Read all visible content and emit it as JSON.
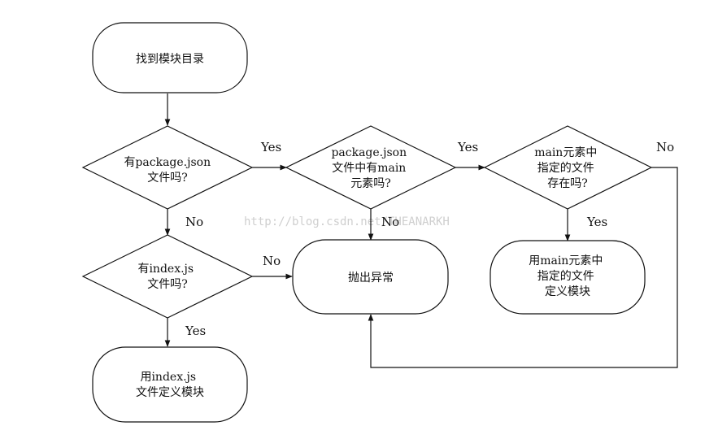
{
  "nodes": {
    "find_dir": {
      "lines": [
        "找到模块目录"
      ]
    },
    "has_package_json": {
      "lines": [
        "有package.json",
        "文件吗?"
      ]
    },
    "package_has_main": {
      "lines": [
        "package.json",
        "文件中有main",
        "元素吗?"
      ]
    },
    "main_file_exists": {
      "lines": [
        "main元素中",
        "指定的文件",
        "存在吗?"
      ]
    },
    "has_index_js": {
      "lines": [
        "有index.js",
        "文件吗?"
      ]
    },
    "throw_error": {
      "lines": [
        "抛出异常"
      ]
    },
    "use_main": {
      "lines": [
        "用main元素中",
        "指定的文件",
        "定义模块"
      ]
    },
    "use_index": {
      "lines": [
        "用index.js",
        "文件定义模块"
      ]
    }
  },
  "edge_labels": {
    "yes_1": "Yes",
    "yes_2": "Yes",
    "no_3": "No",
    "no_1": "No",
    "no_2": "No",
    "yes_3": "Yes",
    "no_4": "No",
    "yes_4": "Yes"
  },
  "watermark": "http://blog.csdn.net/THEANARKH"
}
